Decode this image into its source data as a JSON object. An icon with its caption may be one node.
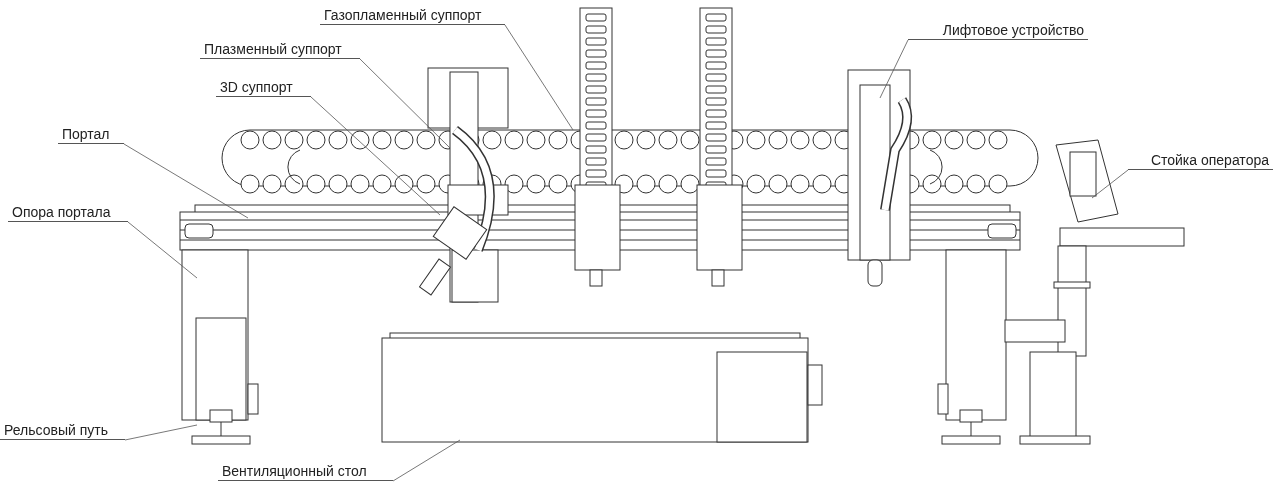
{
  "diagram": {
    "nodes": [
      {
        "text": [
          "Газопламенный суппорт"
        ]
      },
      {
        "text": [
          "Плазменный суппорт"
        ]
      },
      {
        "text": [
          "3D суппорт"
        ]
      },
      {
        "text": [
          "Портал"
        ]
      },
      {
        "text": [
          "Опора портала"
        ]
      },
      {
        "text": [
          "Рельсовый путь"
        ]
      },
      {
        "text": [
          "Вентиляционный стол"
        ]
      },
      {
        "text": [
          "Лифтовое устройство"
        ]
      },
      {
        "text": [
          "Стойка оператора"
        ]
      }
    ],
    "edges": [
      {
        "from": 0,
        "to": null,
        "arrow": "none"
      },
      {
        "from": 1,
        "to": null,
        "arrow": "none"
      },
      {
        "from": 2,
        "to": null,
        "arrow": "none"
      },
      {
        "from": 3,
        "to": null,
        "arrow": "none"
      },
      {
        "from": 4,
        "to": null,
        "arrow": "none"
      },
      {
        "from": 5,
        "to": null,
        "arrow": "none"
      },
      {
        "from": 6,
        "to": null,
        "arrow": "none"
      },
      {
        "from": 7,
        "to": null,
        "arrow": "none"
      },
      {
        "from": 8,
        "to": null,
        "arrow": "none"
      }
    ]
  }
}
